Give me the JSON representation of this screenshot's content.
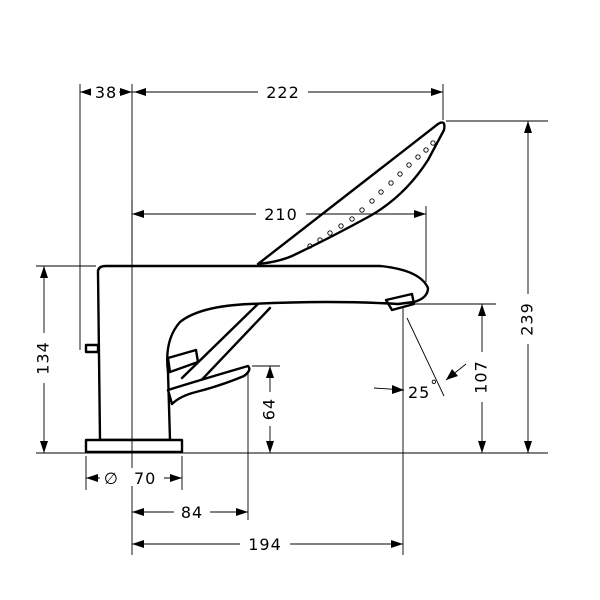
{
  "dimensions": {
    "d38": "38",
    "d222": "222",
    "d210": "210",
    "d239": "239",
    "d134": "134",
    "d64": "64",
    "d107": "107",
    "d25": "25",
    "d25_unit": "°",
    "d70_symbol": "∅",
    "d70": "70",
    "d84": "84",
    "d194": "194"
  }
}
